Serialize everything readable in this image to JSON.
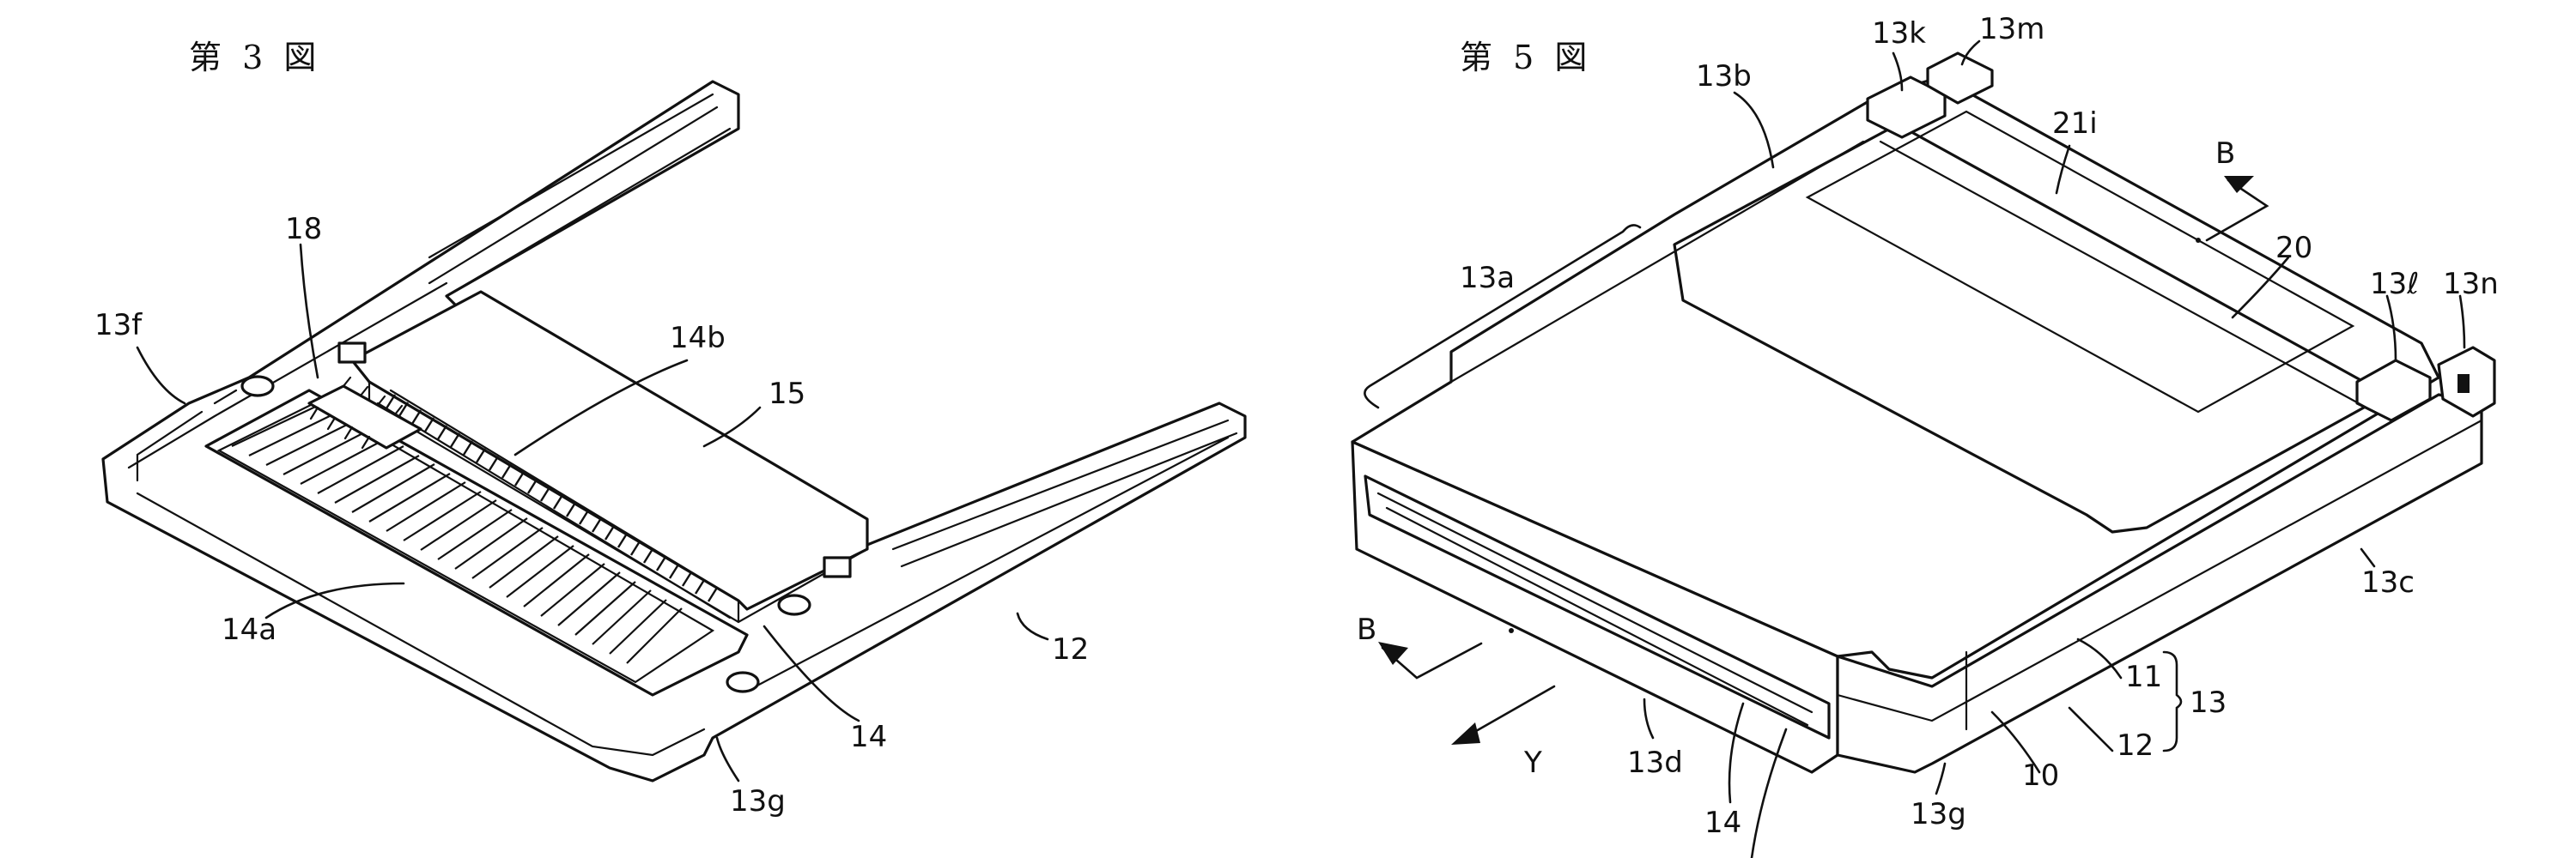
{
  "figures": [
    {
      "title": "第 3 図",
      "labels": [
        "18",
        "13f",
        "14b",
        "15",
        "14a",
        "12",
        "14",
        "13g"
      ]
    },
    {
      "title": "第 5 図",
      "labels": [
        "13k",
        "13m",
        "13b",
        "21i",
        "B",
        "20",
        "13ℓ",
        "13n",
        "13a",
        "13c",
        "B",
        "11",
        "13",
        "12",
        "10",
        "Y",
        "13d",
        "14",
        "13g"
      ]
    }
  ]
}
